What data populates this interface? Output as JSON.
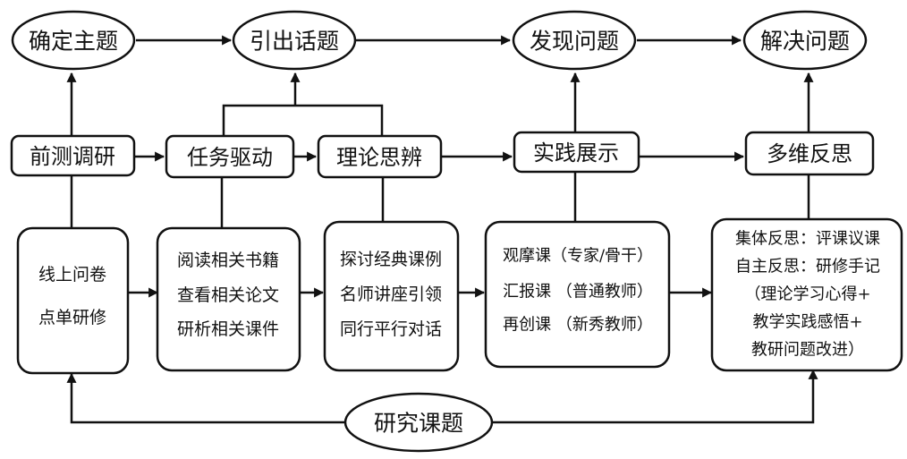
{
  "top_stages": [
    "确定主题",
    "引出话题",
    "发现问题",
    "解决问题"
  ],
  "middle_steps": [
    "前测调研",
    "任务驱动",
    "理论思辨",
    "实践展示",
    "多维反思"
  ],
  "boxes": {
    "online": [
      "线上问卷",
      "点单研修"
    ],
    "reading": [
      "阅读相关书籍",
      "查看相关论文",
      "研析相关课件"
    ],
    "discussion": [
      "探讨经典课例",
      "名师讲座引领",
      "同行平行对话"
    ],
    "lessons": [
      "观摩课（专家/骨干）",
      "汇报课 （普通教师）",
      "再创课 （新秀教师）"
    ],
    "reflection": [
      "集体反思：评课议课",
      "自主反思：研修手记",
      "（理论学习心得+",
      "教学实践感悟+",
      "教研问题改进）"
    ]
  },
  "bottom": "研究课题"
}
